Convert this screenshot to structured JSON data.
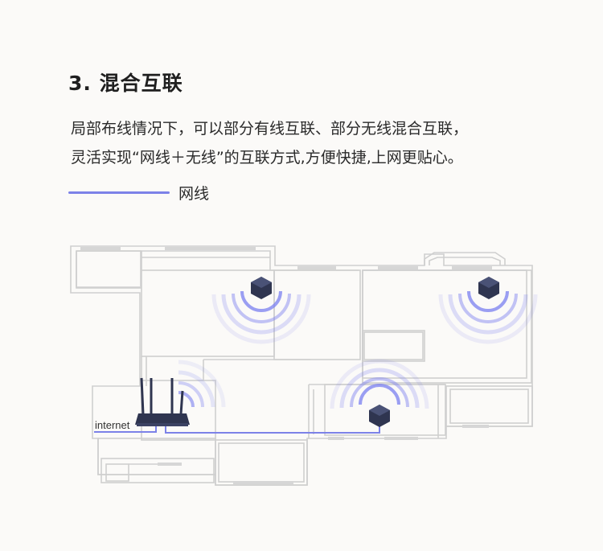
{
  "heading": {
    "title": "3. 混合互联"
  },
  "description": {
    "line1": "局部布线情况下，可以部分有线互联、部分无线混合互联，",
    "line2": "灵活实现“网线＋无线”的互联方式,方便快捷,上网更贴心。"
  },
  "legend": {
    "label": "网线",
    "color": "#7c82e8"
  },
  "diagram": {
    "internet_label": "internet",
    "cable_color": "#7c82e8",
    "wall_color": "#cfcfcf",
    "node_color": "#2f3550",
    "signal_color": "#7a7ff0"
  }
}
